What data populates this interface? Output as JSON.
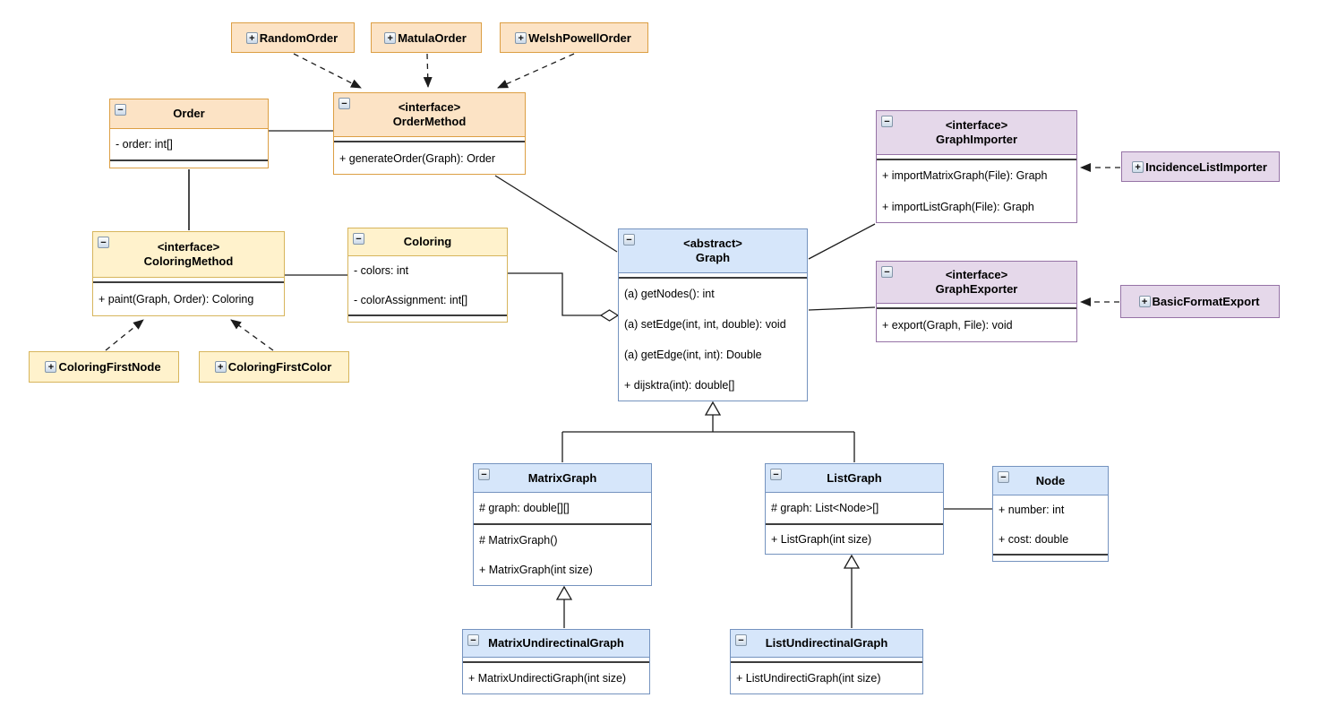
{
  "icons": {
    "collapse": "−",
    "expand": "+"
  },
  "colors": {
    "orange_fill": "#fce3c5",
    "orange_border": "#dc9f44",
    "yellow_fill": "#fff2cc",
    "yellow_border": "#d7b55c",
    "blue_fill": "#d6e6fa",
    "blue_border": "#7593bf",
    "purple_fill": "#e5d8ea",
    "purple_border": "#9673a6",
    "separator": "#3d3d3d",
    "edge": "#1c1c1c"
  },
  "classes": {
    "randomOrder": {
      "name": "RandomOrder"
    },
    "matulaOrder": {
      "name": "MatulaOrder"
    },
    "welshPowellOrder": {
      "name": "WelshPowellOrder"
    },
    "order": {
      "name": "Order",
      "attrs": [
        "- order: int[]"
      ]
    },
    "orderMethod": {
      "stereotype": "<interface>",
      "name": "OrderMethod",
      "methods": [
        "+ generateOrder(Graph): Order"
      ]
    },
    "coloringMethod": {
      "stereotype": "<interface>",
      "name": "ColoringMethod",
      "methods": [
        "+ paint(Graph, Order): Coloring"
      ]
    },
    "coloring": {
      "name": "Coloring",
      "attrs": [
        "- colors: int",
        "- colorAssignment: int[]"
      ]
    },
    "coloringFirstNode": {
      "name": "ColoringFirstNode"
    },
    "coloringFirstColor": {
      "name": "ColoringFirstColor"
    },
    "graph": {
      "stereotype": "<abstract>",
      "name": "Graph",
      "methods": [
        "(a) getNodes(): int",
        "(a) setEdge(int, int, double): void",
        "(a) getEdge(int, int): Double",
        "+ dijsktra(int): double[]"
      ]
    },
    "graphImporter": {
      "stereotype": "<interface>",
      "name": "GraphImporter",
      "methods": [
        "+ importMatrixGraph(File): Graph",
        "+ importListGraph(File): Graph"
      ]
    },
    "incidenceListImporter": {
      "name": "IncidenceListImporter"
    },
    "graphExporter": {
      "stereotype": "<interface>",
      "name": "GraphExporter",
      "methods": [
        "+ export(Graph, File): void"
      ]
    },
    "basicFormatExport": {
      "name": "BasicFormatExport"
    },
    "matrixGraph": {
      "name": "MatrixGraph",
      "attrs": [
        "# graph: double[][]"
      ],
      "methods": [
        "# MatrixGraph()",
        "+ MatrixGraph(int size)"
      ]
    },
    "listGraph": {
      "name": "ListGraph",
      "attrs": [
        "# graph: List<Node>[]"
      ],
      "methods": [
        "+ ListGraph(int size)"
      ]
    },
    "node": {
      "name": "Node",
      "attrs": [
        "+ number: int",
        "+ cost: double"
      ]
    },
    "matrixUndirectinalGraph": {
      "name": "MatrixUndirectinalGraph",
      "methods": [
        "+ MatrixUndirectiGraph(int size)"
      ]
    },
    "listUndirectinalGraph": {
      "name": "ListUndirectinalGraph",
      "methods": [
        "+ ListUndirectiGraph(int size)"
      ]
    }
  }
}
